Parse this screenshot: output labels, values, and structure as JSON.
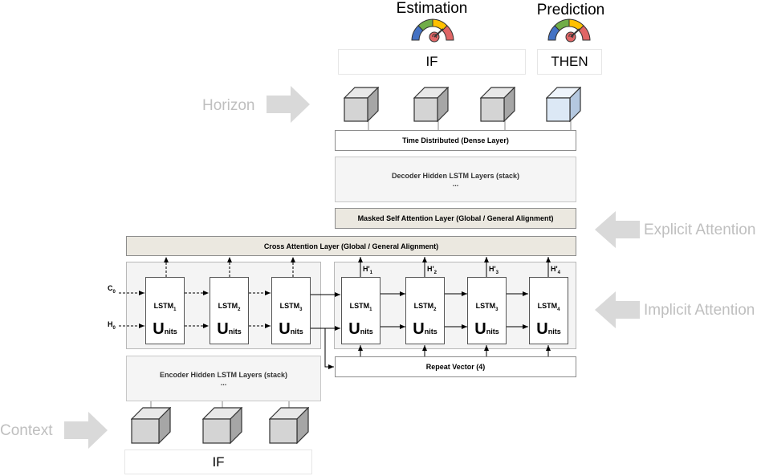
{
  "headings": {
    "estimation": "Estimation",
    "prediction": "Prediction"
  },
  "sequence_words": {
    "if_top": "IF",
    "then_top": "THEN",
    "if_bottom": "IF"
  },
  "side_labels": {
    "horizon": "Horizon",
    "context": "Context",
    "explicit_attention": "Explicit Attention",
    "implicit_attention": "Implicit Attention"
  },
  "layers": {
    "time_distributed": "Time Distributed (Dense Layer)",
    "decoder_hidden": "Decoder Hidden LSTM Layers (stack)",
    "decoder_ellipsis": "...",
    "masked_self_attention": "Masked Self Attention Layer (Global / General Alignment)",
    "cross_attention": "Cross Attention Layer (Global / General Alignment)",
    "repeat_vector": "Repeat Vector (4)",
    "encoder_hidden": "Encoder Hidden LSTM Layers (stack)",
    "encoder_ellipsis": "..."
  },
  "states": {
    "c0": "C",
    "c0_sub": "0",
    "h0": "H",
    "h0_sub": "0"
  },
  "encoder_units": [
    {
      "name": "LSTM",
      "sub": "1",
      "u": "U",
      "nits": "nits"
    },
    {
      "name": "LSTM",
      "sub": "2",
      "u": "U",
      "nits": "nits"
    },
    {
      "name": "LSTM",
      "sub": "3",
      "u": "U",
      "nits": "nits"
    }
  ],
  "decoder_units": [
    {
      "name": "LSTM",
      "sub": "1",
      "u": "U",
      "nits": "nits",
      "h": "H'",
      "h_sub": "1"
    },
    {
      "name": "LSTM",
      "sub": "2",
      "u": "U",
      "nits": "nits",
      "h": "H'",
      "h_sub": "2"
    },
    {
      "name": "LSTM",
      "sub": "3",
      "u": "U",
      "nits": "nits",
      "h": "H'",
      "h_sub": "3"
    },
    {
      "name": "LSTM",
      "sub": "4",
      "u": "U",
      "nits": "nits",
      "h": "H'",
      "h_sub": "4"
    }
  ],
  "icons": {
    "gauge": "gauge-icon",
    "cube": "cube-icon",
    "arrow": "block-arrow-icon"
  },
  "colors": {
    "side_label": "#bfbfbf",
    "cube_gray": "#d4d4d4",
    "cube_blue": "#dce8f5",
    "beige_layer": "#ebe8e0",
    "gauge_blue": "#4472c4",
    "gauge_green": "#70ad47",
    "gauge_yellow": "#ffc000",
    "gauge_red": "#e06666"
  }
}
